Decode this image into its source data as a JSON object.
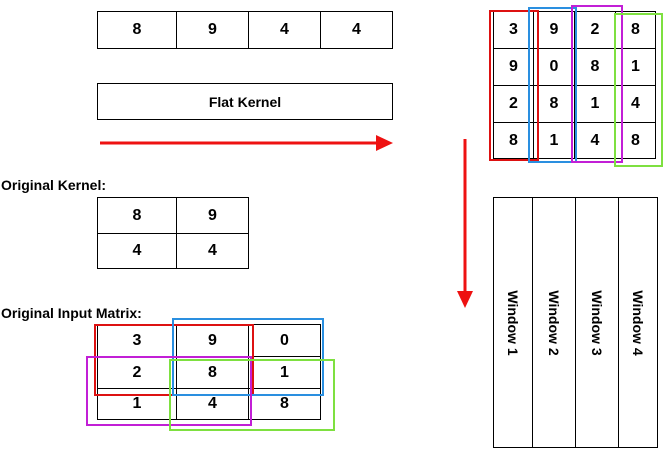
{
  "flat_kernel_row": [
    "8",
    "9",
    "4",
    "4"
  ],
  "flat_kernel_label": "Flat Kernel",
  "original_kernel": {
    "label": "Original Kernel:",
    "rows": [
      [
        "8",
        "9"
      ],
      [
        "4",
        "4"
      ]
    ]
  },
  "original_input": {
    "label": "Original Input Matrix:",
    "rows": [
      [
        "3",
        "9",
        "0"
      ],
      [
        "2",
        "8",
        "1"
      ],
      [
        "1",
        "4",
        "8"
      ]
    ]
  },
  "unrolled_matrix": [
    [
      "3",
      "9",
      "2",
      "8"
    ],
    [
      "9",
      "0",
      "8",
      "1"
    ],
    [
      "2",
      "8",
      "1",
      "4"
    ],
    [
      "8",
      "1",
      "4",
      "8"
    ]
  ],
  "windows": [
    "Window 1",
    "Window 2",
    "Window 3",
    "Window 4"
  ],
  "colors": {
    "arrow": "#ee1111",
    "window_1": "#dd1111",
    "window_2": "#2a8fe0",
    "window_3": "#c21fd6",
    "window_4": "#7ee040"
  }
}
